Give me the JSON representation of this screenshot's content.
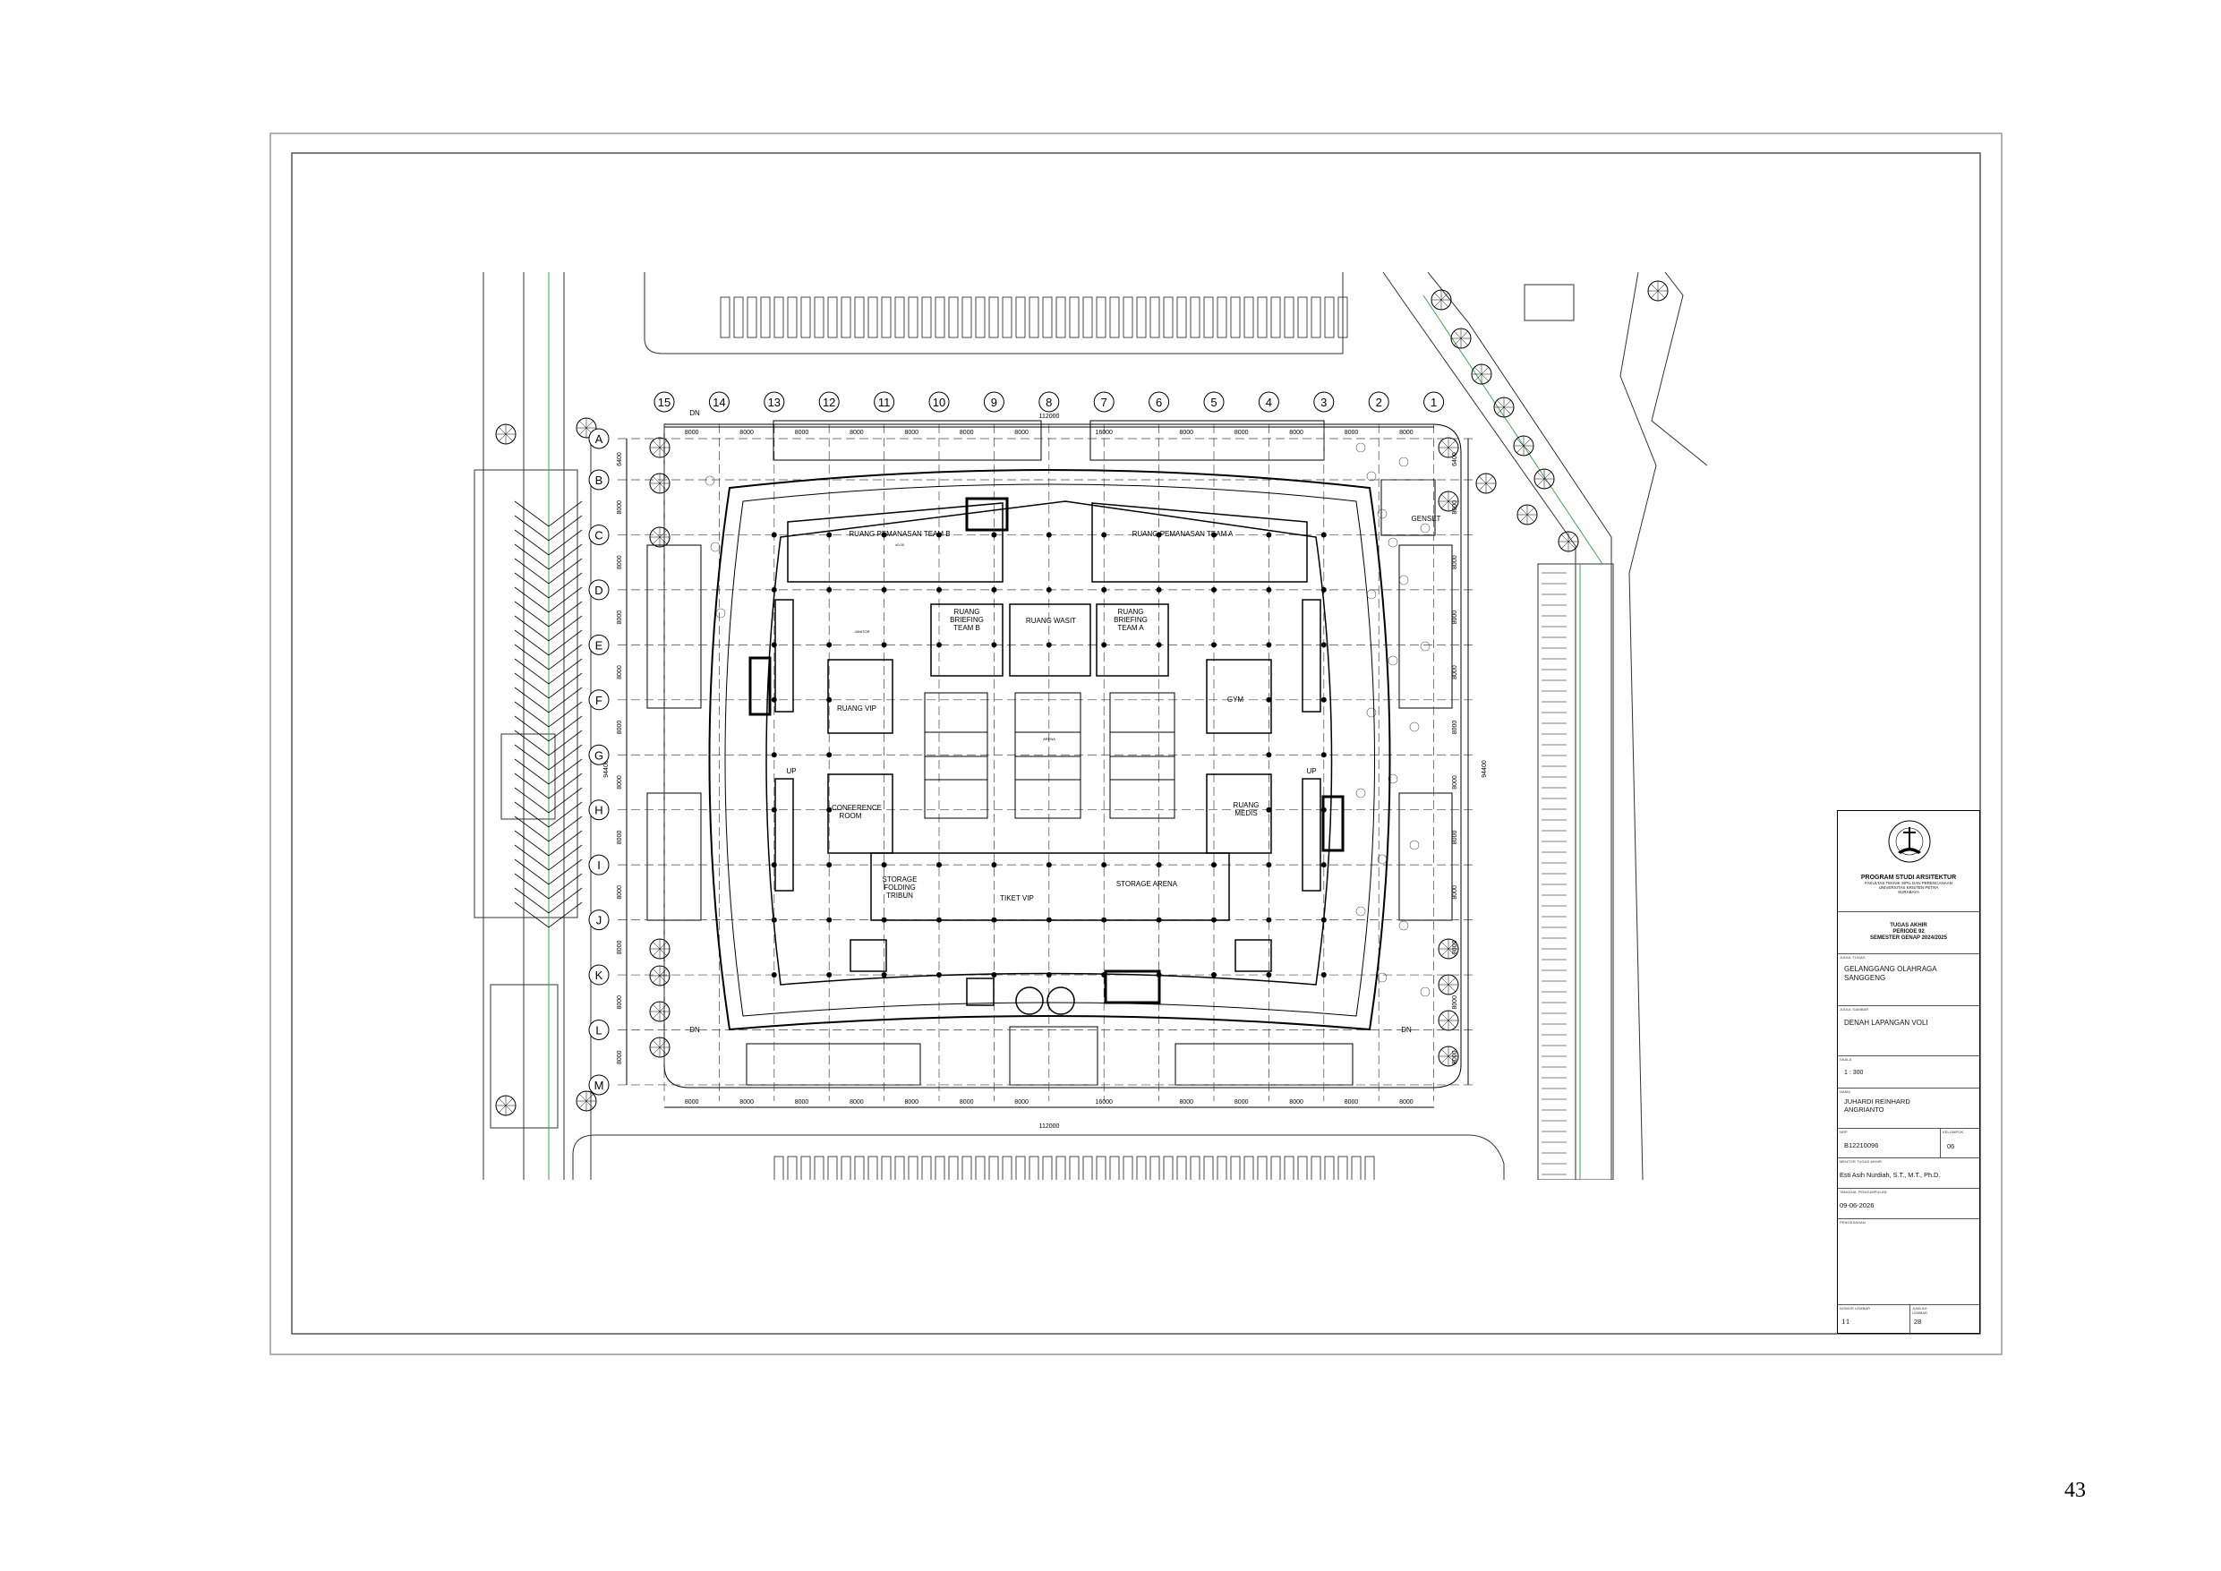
{
  "page_number": "43",
  "drawing": {
    "column_labels": [
      "15",
      "14",
      "13",
      "12",
      "11",
      "10",
      "9",
      "8",
      "7",
      "6",
      "5",
      "4",
      "3",
      "2",
      "1"
    ],
    "row_labels": [
      "A",
      "B",
      "C",
      "D",
      "E",
      "F",
      "G",
      "H",
      "I",
      "J",
      "K",
      "L",
      "M"
    ],
    "top_dimensions": [
      "8000",
      "8000",
      "8000",
      "8000",
      "8000",
      "8000",
      "8000",
      "16000",
      "8000",
      "8000",
      "8000",
      "8000",
      "8000"
    ],
    "bottom_dimensions": [
      "8000",
      "8000",
      "8000",
      "8000",
      "8000",
      "8000",
      "8000",
      "16000",
      "8000",
      "8000",
      "8000",
      "8000",
      "8000"
    ],
    "row_dimensions": [
      "6400",
      "8000",
      "8000",
      "8000",
      "8000",
      "8000",
      "8000",
      "8000",
      "8000",
      "8000",
      "8000",
      "8000"
    ],
    "total_width": "112000",
    "total_width_bottom": "112000",
    "total_depth": "94400",
    "total_depth_right": "94400",
    "rooms": {
      "pemanasan_b": "RUANG PEMANASAN TEAM B",
      "pemanasan_a": "RUANG PEMANASAN TEAM A",
      "briefing_b": [
        "RUANG",
        "BRIEFING",
        "TEAM B"
      ],
      "wasit": "RUANG WASIT",
      "briefing_a": [
        "RUANG",
        "BRIEFING",
        "TEAM A"
      ],
      "vip": "RUANG VIP",
      "gym": "GYM",
      "conference": [
        "CONFERENCE",
        "ROOM"
      ],
      "medis": [
        "RUANG",
        "MEDIS"
      ],
      "storage_tribun": [
        "STORAGE",
        "FOLDING",
        "TRIBUN"
      ],
      "tiket_vip": "TIKET VIP",
      "storage_arena": "STORAGE ARENA",
      "genset": "GENSET",
      "arena": "ARENA",
      "janitor": "JANITOR",
      "level": "±0.00"
    },
    "stair_labels": {
      "up": "UP",
      "dn": "DN"
    }
  },
  "title_block": {
    "logo_text": "UNIVERSITAS KRISTEN PETRA",
    "program": "PROGRAM STUDI ARSITEKTUR",
    "faculty": "FAKULTAS TEKNIK SIPIL DAN PERENCANAAN",
    "university": "UNIVERSITAS KRISTEN PETRA",
    "city": "SURABAYA",
    "tugas_akhir": "TUGAS AKHIR",
    "periode": "PERIODE 92",
    "semester": "SEMESTER GENAP 2024/2025",
    "judul_tugas_label": "JUDUL TUGAS",
    "judul_tugas": "GELANGGANG OLAHRAGA SANGGENG",
    "judul_gambar_label": "JUDUL GAMBAR",
    "judul_gambar": "DENAH LAPANGAN VOLI",
    "skala_label": "SKALA",
    "skala": "1 : 300",
    "nama_label": "NAMA",
    "nama": "JUHARDI REINHARD ANGRIANTO",
    "nrp_label": "NRP",
    "nrp": "B12210096",
    "kelompok_label": "KELOMPOK",
    "kelompok": "06",
    "mentor_label": "MENTOR TUGAS AKHIR",
    "mentor": "Esti Asih Nurdiah, S.T., M.T., Ph.D.",
    "tanggal_label": "TANGGAL PENGUMPULAN",
    "tanggal": "09-06-2026",
    "pengesahan_label": "PENGESAHAN",
    "nomor_lembar_label": "NOMOR LEMBAR",
    "nomor_lembar": "11",
    "jumlah_lembar_label": "JUMLAH LEMBAR",
    "jumlah_lembar": "28"
  },
  "colors": {
    "line": "#000000",
    "green_axis": "#3aa64a",
    "frame": "#888888"
  }
}
